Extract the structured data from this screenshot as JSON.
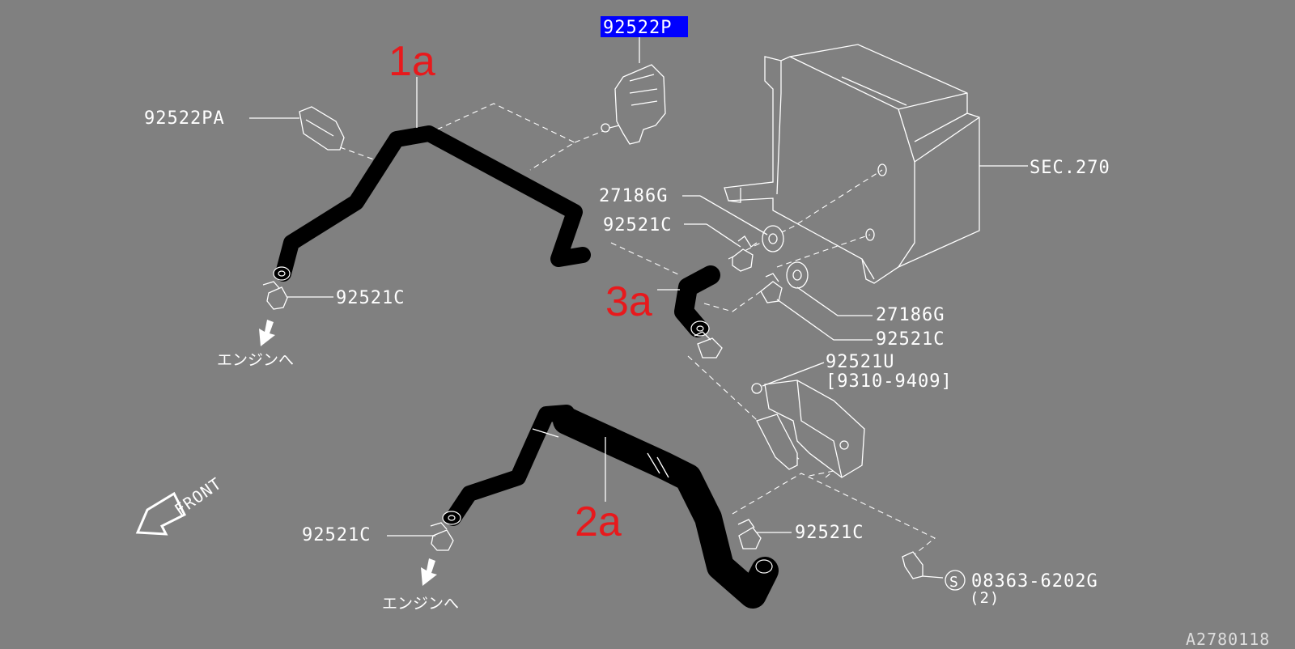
{
  "labels": {
    "p92522p": "92522P",
    "p92522pa": "92522PA",
    "sec270": "SEC.270",
    "p27186g_upper": "27186G",
    "p27186g_lower": "27186G",
    "p92521c_upper_right": "92521C",
    "p92521c_left": "92521C",
    "p92521c_right_mid": "92521C",
    "p92521u": "92521U",
    "p92521u_range": "[9310-9409]",
    "p92521c_bottom_left": "92521C",
    "p92521c_bottom_right": "92521C",
    "bolt": "08363-6202G",
    "bolt_qty": "(2)",
    "bolt_symbol": "S",
    "front": "FRONT",
    "to_engine_1": "エンジンへ",
    "to_engine_2": "エンジンへ",
    "diagram_id": "A2780118"
  },
  "callouts": {
    "hose_1a": "1a",
    "hose_2a": "2a",
    "hose_3a": "3a"
  },
  "colors": {
    "background": "#808080",
    "line_art": "#ffffff",
    "hose": "#000000",
    "callout": "#e8191c",
    "highlight": "#0000ff"
  },
  "highlighted_part": "92522P"
}
